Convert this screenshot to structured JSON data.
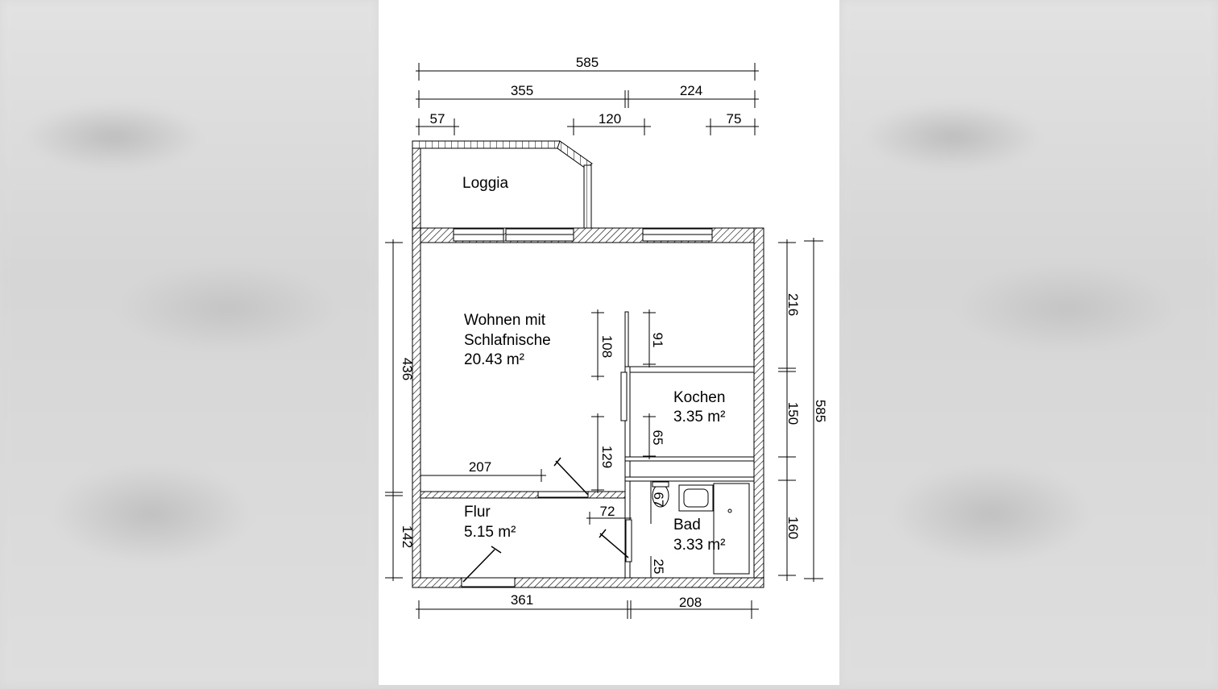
{
  "rooms": {
    "loggia": {
      "name": "Loggia"
    },
    "wohnen": {
      "name_line1": "Wohnen mit",
      "name_line2": "Schlafnische",
      "area": "20.43 m²"
    },
    "kochen": {
      "name": "Kochen",
      "area": "3.35 m²"
    },
    "flur": {
      "name": "Flur",
      "area": "5.15 m²"
    },
    "bad": {
      "name": "Bad",
      "area": "3.33 m²"
    }
  },
  "dimensions": {
    "top_total": "585",
    "top_left": "355",
    "top_right": "224",
    "top_small_left": "57",
    "top_small_mid": "120",
    "top_small_right": "75",
    "left_upper": "436",
    "left_lower": "142",
    "right_top": "216",
    "right_mid": "150",
    "right_bottom": "160",
    "right_total": "585",
    "inner_108": "108",
    "inner_91": "91",
    "inner_129": "129",
    "inner_65": "65",
    "inner_207": "207",
    "inner_72": "72",
    "inner_67": "67",
    "inner_25": "25",
    "bottom_left": "361",
    "bottom_right": "208"
  }
}
